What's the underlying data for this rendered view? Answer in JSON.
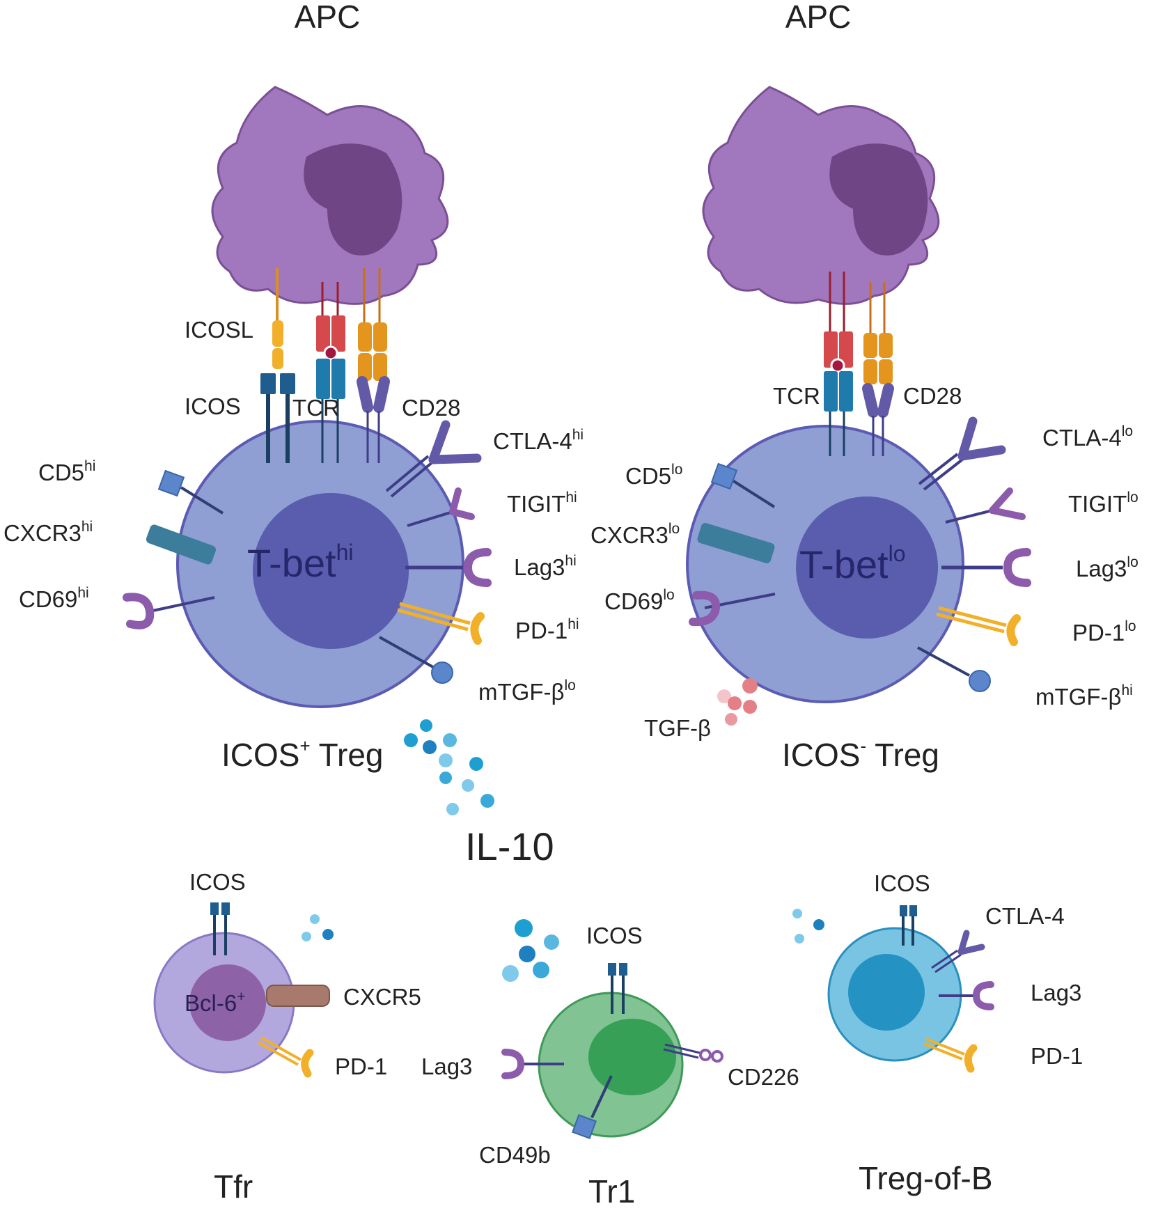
{
  "apc_left": {
    "label": "APC"
  },
  "apc_right": {
    "label": "APC"
  },
  "left_treg": {
    "title_main": "ICOS",
    "title_sup": "+",
    "title_tail": " Treg",
    "nucleus_main": "T-bet",
    "nucleus_sup": "hi",
    "labels": {
      "icosl": "ICOSL",
      "icos": "ICOS",
      "tcr": "TCR",
      "cd28": "CD28",
      "cd5": {
        "main": "CD5",
        "sup": "hi"
      },
      "cxcr3": {
        "main": "CXCR3",
        "sup": "hi"
      },
      "cd69": {
        "main": "CD69",
        "sup": "hi"
      },
      "ctla4": {
        "main": "CTLA-4",
        "sup": "hi"
      },
      "tigit": {
        "main": "TIGIT",
        "sup": "hi"
      },
      "lag3": {
        "main": "Lag3",
        "sup": "hi"
      },
      "pd1": {
        "main": "PD-1",
        "sup": "hi"
      },
      "mtgfb": {
        "main": "mTGF-β",
        "sup": "lo"
      }
    }
  },
  "right_treg": {
    "title_main": "ICOS",
    "title_sup": "-",
    "title_tail": " Treg",
    "nucleus_main": "T-bet",
    "nucleus_sup": "lo",
    "labels": {
      "tcr": "TCR",
      "cd28": "CD28",
      "cd5": {
        "main": "CD5",
        "sup": "lo"
      },
      "cxcr3": {
        "main": "CXCR3",
        "sup": "lo"
      },
      "cd69": {
        "main": "CD69",
        "sup": "lo"
      },
      "ctla4": {
        "main": "CTLA-4",
        "sup": "lo"
      },
      "tigit": {
        "main": "TIGIT",
        "sup": "lo"
      },
      "lag3": {
        "main": "Lag3",
        "sup": "lo"
      },
      "pd1": {
        "main": "PD-1",
        "sup": "lo"
      },
      "mtgfb": {
        "main": "mTGF-β",
        "sup": "hi"
      },
      "tgfb": "TGF-β"
    }
  },
  "il10": {
    "label": "IL-10"
  },
  "tfr": {
    "title": "Tfr",
    "nucleus_main": "Bcl-6",
    "nucleus_sup": "+",
    "labels": {
      "icos": "ICOS",
      "cxcr5": "CXCR5",
      "pd1": "PD-1"
    }
  },
  "tr1": {
    "title": "Tr1",
    "labels": {
      "icos": "ICOS",
      "lag3": "Lag3",
      "cd226": "CD226",
      "cd49b": "CD49b"
    }
  },
  "tregb": {
    "title": "Treg-of-B",
    "labels": {
      "icos": "ICOS",
      "ctla4": "CTLA-4",
      "lag3": "Lag3",
      "pd1": "PD-1"
    }
  },
  "colors": {
    "apc": "#a178bd",
    "apc_nucleus": "#6f4585",
    "treg": "#8f9fd4",
    "treg_nucleus": "#5a5cae",
    "tfr": "#b3a8dd",
    "tfr_nucleus": "#8d62a7",
    "tr1": "#82c393",
    "tr1_nucleus": "#36a057",
    "tregb": "#79c4e2",
    "tregb_nucleus": "#2492c2",
    "il10": "#1f9ed1",
    "tgfb": "#e57f86"
  }
}
